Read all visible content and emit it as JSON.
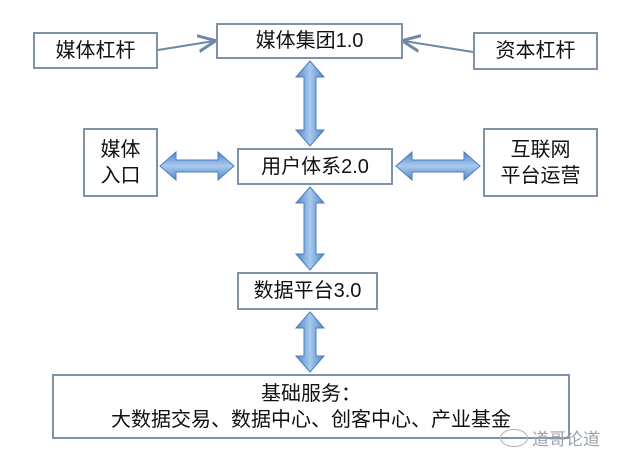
{
  "nodes": {
    "media_group": "媒体集团1.0",
    "media_leverage": "媒体杠杆",
    "capital_leverage": "资本杠杆",
    "media_entry_line1": "媒体",
    "media_entry_line2": "入口",
    "user_system": "用户体系2.0",
    "internet_ops_line1": "互联网",
    "internet_ops_line2": "平台运营",
    "data_platform": "数据平台3.0",
    "base_service_line1": "基础服务：",
    "base_service_line2": "大数据交易、数据中心、创客中心、产业基金"
  },
  "watermark": "道哥论道",
  "colors": {
    "border": "#7f93a8",
    "arrow": "#5b9bd5",
    "thin_arrow": "#6f88a6"
  }
}
